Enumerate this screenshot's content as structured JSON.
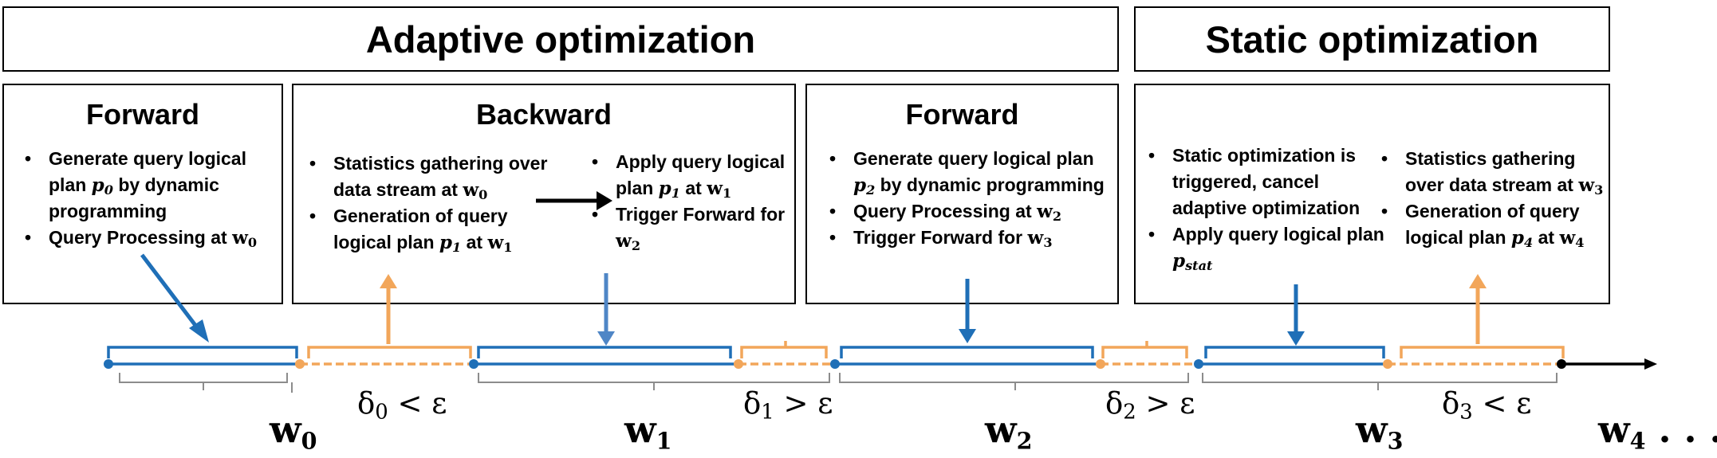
{
  "headers": {
    "adaptive": "Adaptive optimization",
    "static": "Static optimization"
  },
  "panels": {
    "forward0": {
      "title": "Forward",
      "items": [
        {
          "pre": "Generate query logical plan ",
          "var": "p",
          "sub": "0",
          "post": " by dynamic programming"
        },
        {
          "pre": "Query Processing at ",
          "var": "w",
          "sub": "0",
          "post": ""
        }
      ]
    },
    "backward": {
      "title": "Backward",
      "left_items": [
        {
          "pre": "Statistics gathering over data stream at ",
          "var": "w",
          "sub": "0",
          "post": ""
        },
        {
          "pre": "Generation of query logical plan ",
          "var": "p",
          "sub": "1",
          "post": " at ",
          "var2": "w",
          "sub2": "1"
        }
      ],
      "right_items": [
        {
          "pre": "Apply query logical plan ",
          "var": "p",
          "sub": "1",
          "post": " at ",
          "var2": "w",
          "sub2": "1"
        },
        {
          "pre": "Trigger Forward for ",
          "var": "w",
          "sub": "2",
          "post": ""
        }
      ]
    },
    "forward2": {
      "title": "Forward",
      "items": [
        {
          "pre": "Generate query logical plan ",
          "var": "p",
          "sub": "2",
          "post": " by dynamic programming"
        },
        {
          "pre": "Query Processing at ",
          "var": "w",
          "sub": "2",
          "post": ""
        },
        {
          "pre": "Trigger Forward for ",
          "var": "w",
          "sub": "3",
          "post": ""
        }
      ]
    },
    "static": {
      "left_items": [
        {
          "pre": "Static optimization is triggered, cancel adaptive optimization",
          "var": "",
          "sub": "",
          "post": ""
        },
        {
          "pre": "Apply query logical plan ",
          "var": "p",
          "sub": "stat",
          "post": ""
        }
      ],
      "right_items": [
        {
          "pre": "Statistics gathering over data stream at ",
          "var": "w",
          "sub": "3",
          "post": ""
        },
        {
          "pre": "Generation of query logical plan ",
          "var": "p",
          "sub": "4",
          "post": " at ",
          "var2": "w",
          "sub2": "4"
        }
      ]
    }
  },
  "deltas": [
    {
      "sym": "δ",
      "sub": "0",
      "rel": "<",
      "eps": "ε"
    },
    {
      "sym": "δ",
      "sub": "1",
      "rel": ">",
      "eps": "ε"
    },
    {
      "sym": "δ",
      "sub": "2",
      "rel": ">",
      "eps": "ε"
    },
    {
      "sym": "δ",
      "sub": "3",
      "rel": "<",
      "eps": "ε"
    }
  ],
  "windows": [
    {
      "var": "w",
      "sub": "0",
      "suffix": ""
    },
    {
      "var": "w",
      "sub": "1",
      "suffix": ""
    },
    {
      "var": "w",
      "sub": "2",
      "suffix": ""
    },
    {
      "var": "w",
      "sub": "3",
      "suffix": ""
    },
    {
      "var": "w",
      "sub": "4",
      "suffix": " . . ."
    }
  ],
  "colors": {
    "blue": "#1F6FB7",
    "light_blue": "#4F86C6",
    "orange": "#F2A65A",
    "gray": "#8C8C8C",
    "black": "#000000"
  }
}
